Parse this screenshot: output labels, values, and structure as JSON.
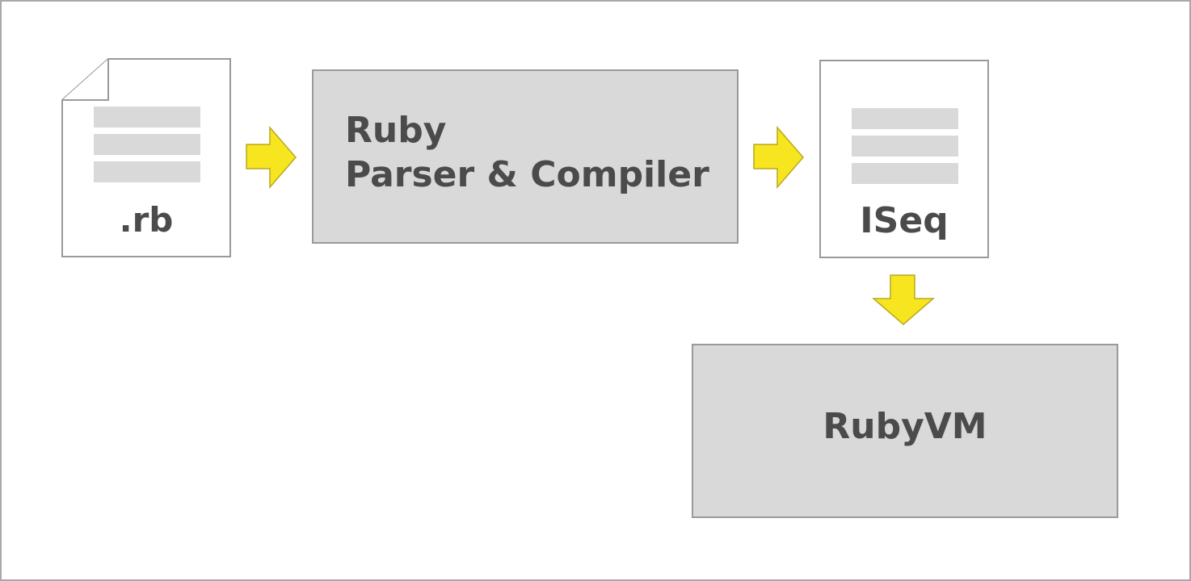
{
  "diagram": {
    "source_file": {
      "label": ".rb",
      "icon": "document-icon"
    },
    "compiler": {
      "line1": "Ruby",
      "line2": "Parser & Compiler"
    },
    "iseq": {
      "label": "ISeq",
      "icon": "document-icon"
    },
    "vm": {
      "label": "RubyVM"
    },
    "arrow_color": "#f7e51f",
    "box_fill": "#d9d9d9",
    "text_color": "#4b4b4b"
  }
}
